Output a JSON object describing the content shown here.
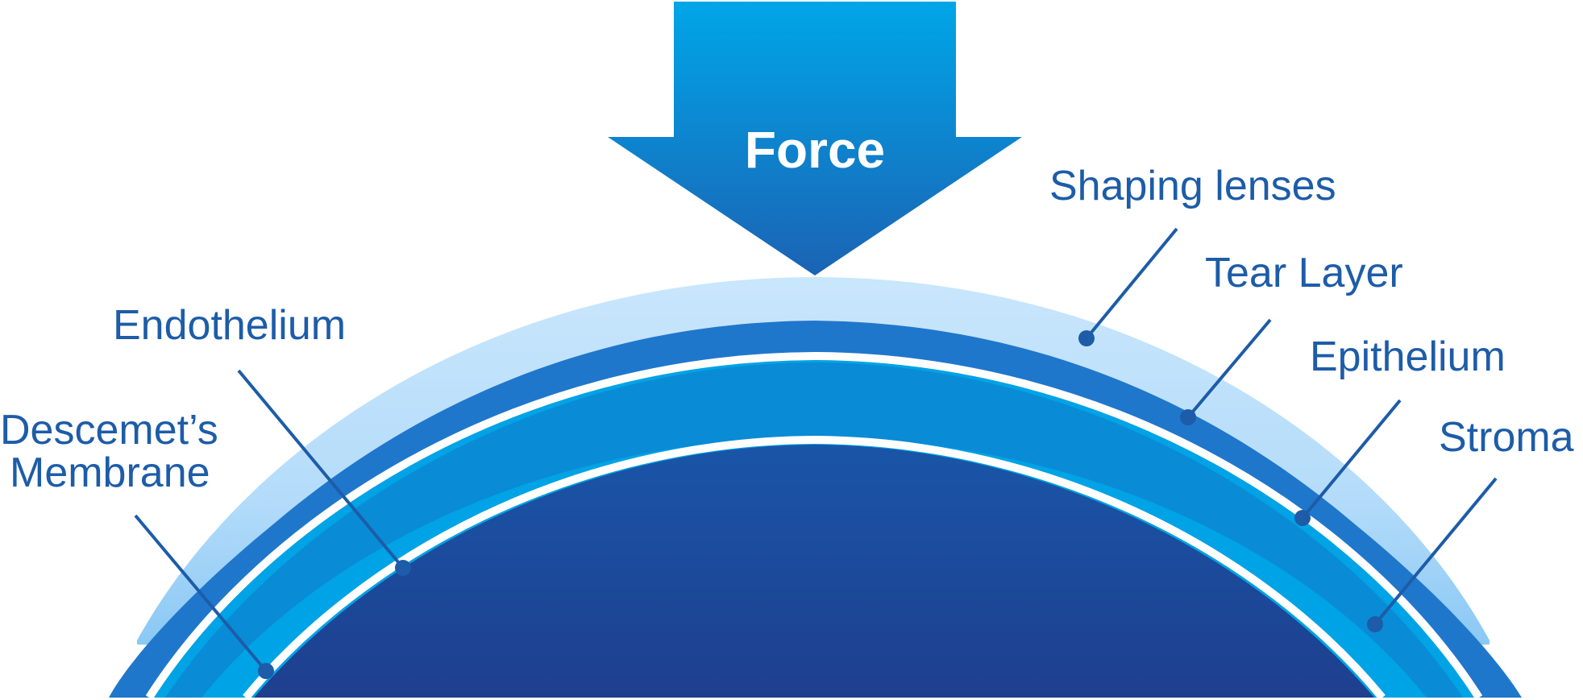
{
  "force": {
    "label": "Force"
  },
  "labels": {
    "shaping_lenses": "Shaping lenses",
    "tear_layer": "Tear Layer",
    "epithelium": "Epithelium",
    "stroma": "Stroma",
    "endothelium": "Endothelium",
    "descemets_line1": "Descemet’s",
    "descemets_line2": "Membrane"
  },
  "colors": {
    "arrow_top": "#00a6e8",
    "arrow_bottom": "#1b63b4",
    "shaping_lens": "#c4e3fb",
    "shaping_lens_edge": "#8ac8f4",
    "tear_layer": "#1f77cc",
    "epithelium": "#00a3e6",
    "stroma": "#0a8bd6",
    "inner_top": "#1a55a8",
    "inner_bottom": "#1e3f8e",
    "label": "#1d5ca8"
  }
}
